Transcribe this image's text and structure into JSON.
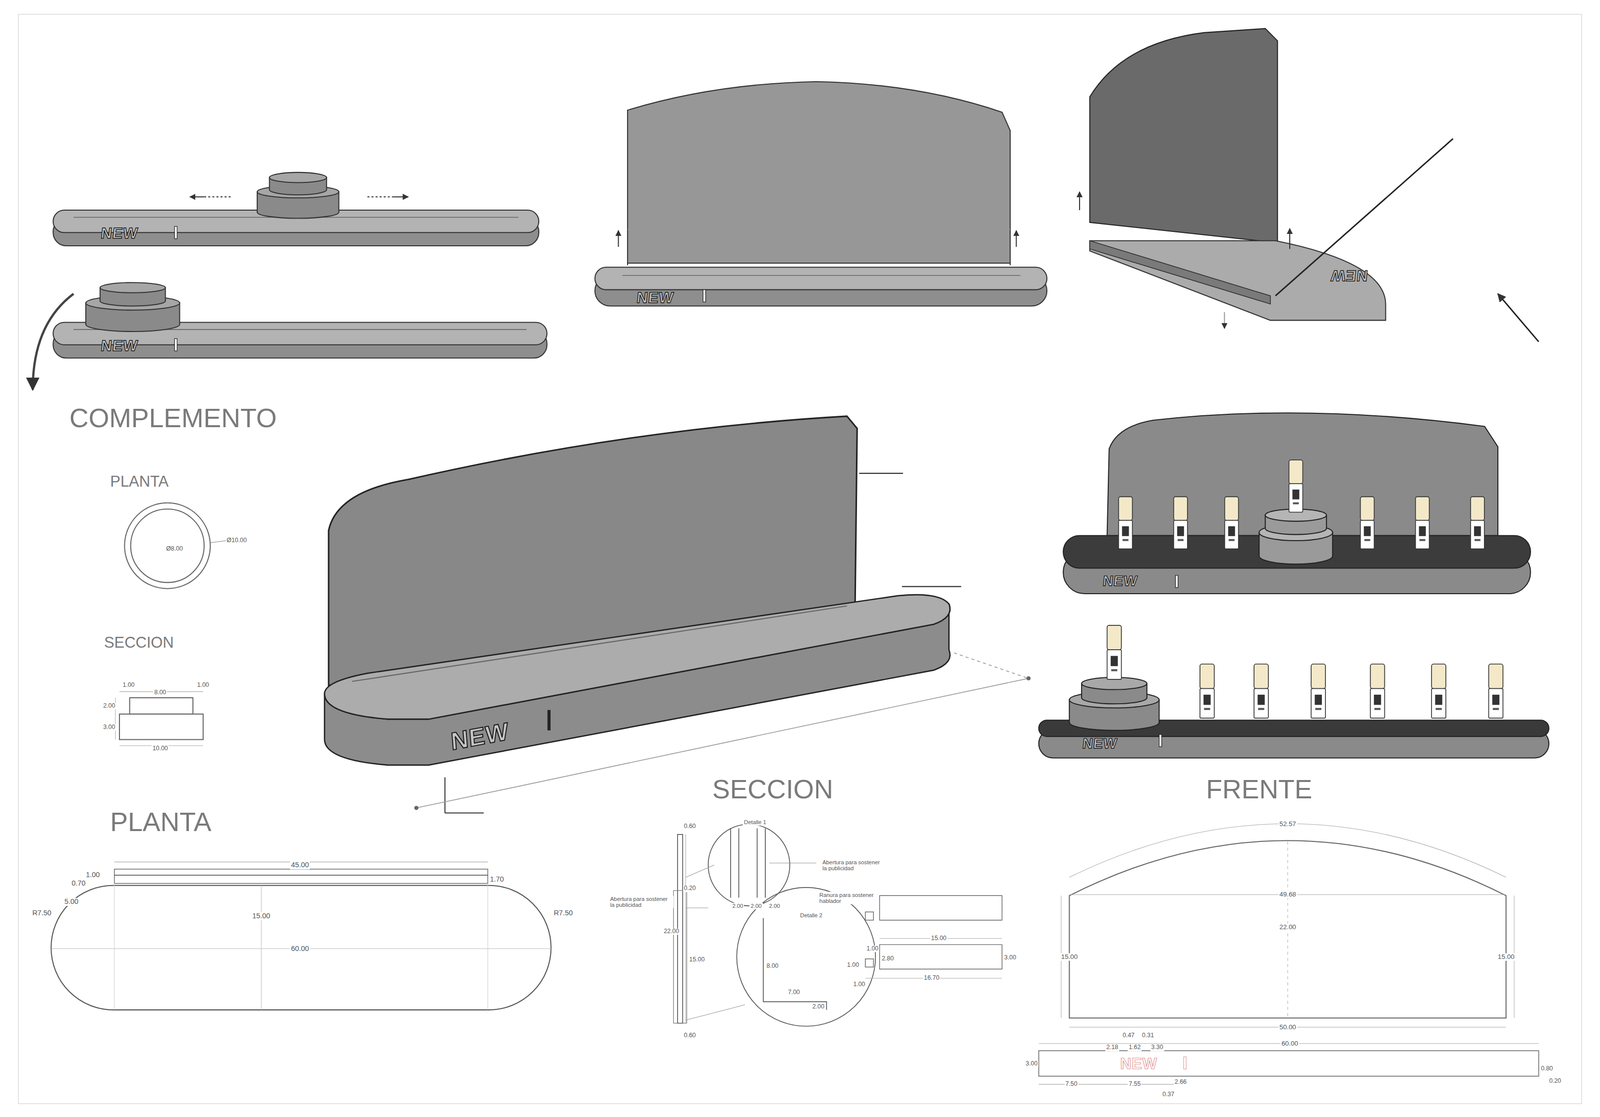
{
  "diagram": {
    "labels": [
      "COMPLEMENTO",
      "PLANTA",
      "Ø8.00",
      "Ø10.00",
      "SECCION",
      "1.00",
      "8.00",
      "1.00",
      "2.00",
      "3.00",
      "10.00",
      "PLANTA",
      "45.00",
      "1.00",
      "0.70",
      "1.70",
      "5.00",
      "R7.50",
      "15.00",
      "R7.50",
      "60.00",
      "SECCION",
      "0.60",
      "0.20",
      "22.00",
      "15.00",
      "0.60",
      "Abertura para sostener la publicidad",
      "Detalle 1",
      "Abertura para sostener la publicidad",
      "2.00",
      "2.00",
      "2.00",
      "Ranura para sostener hablador",
      "Detalle 2",
      "8.00",
      "7.00",
      "2.00",
      "15.00",
      "1.00",
      "2.80",
      "3.00",
      "1.00",
      "1.00",
      "16.70",
      "FRENTE",
      "52.57",
      "49.68",
      "22.00",
      "15.00",
      "15.00",
      "50.00",
      "0.47",
      "0.31",
      "2.18",
      "1.62",
      "3.30",
      "60.00",
      "3.00",
      "0.80",
      "0.20",
      "7.50",
      "7.55",
      "2.66",
      "0.37",
      "NEW",
      "NEW",
      "NEW",
      "NEW",
      "NEW",
      "NEW",
      "NEW",
      "NEW"
    ]
  }
}
